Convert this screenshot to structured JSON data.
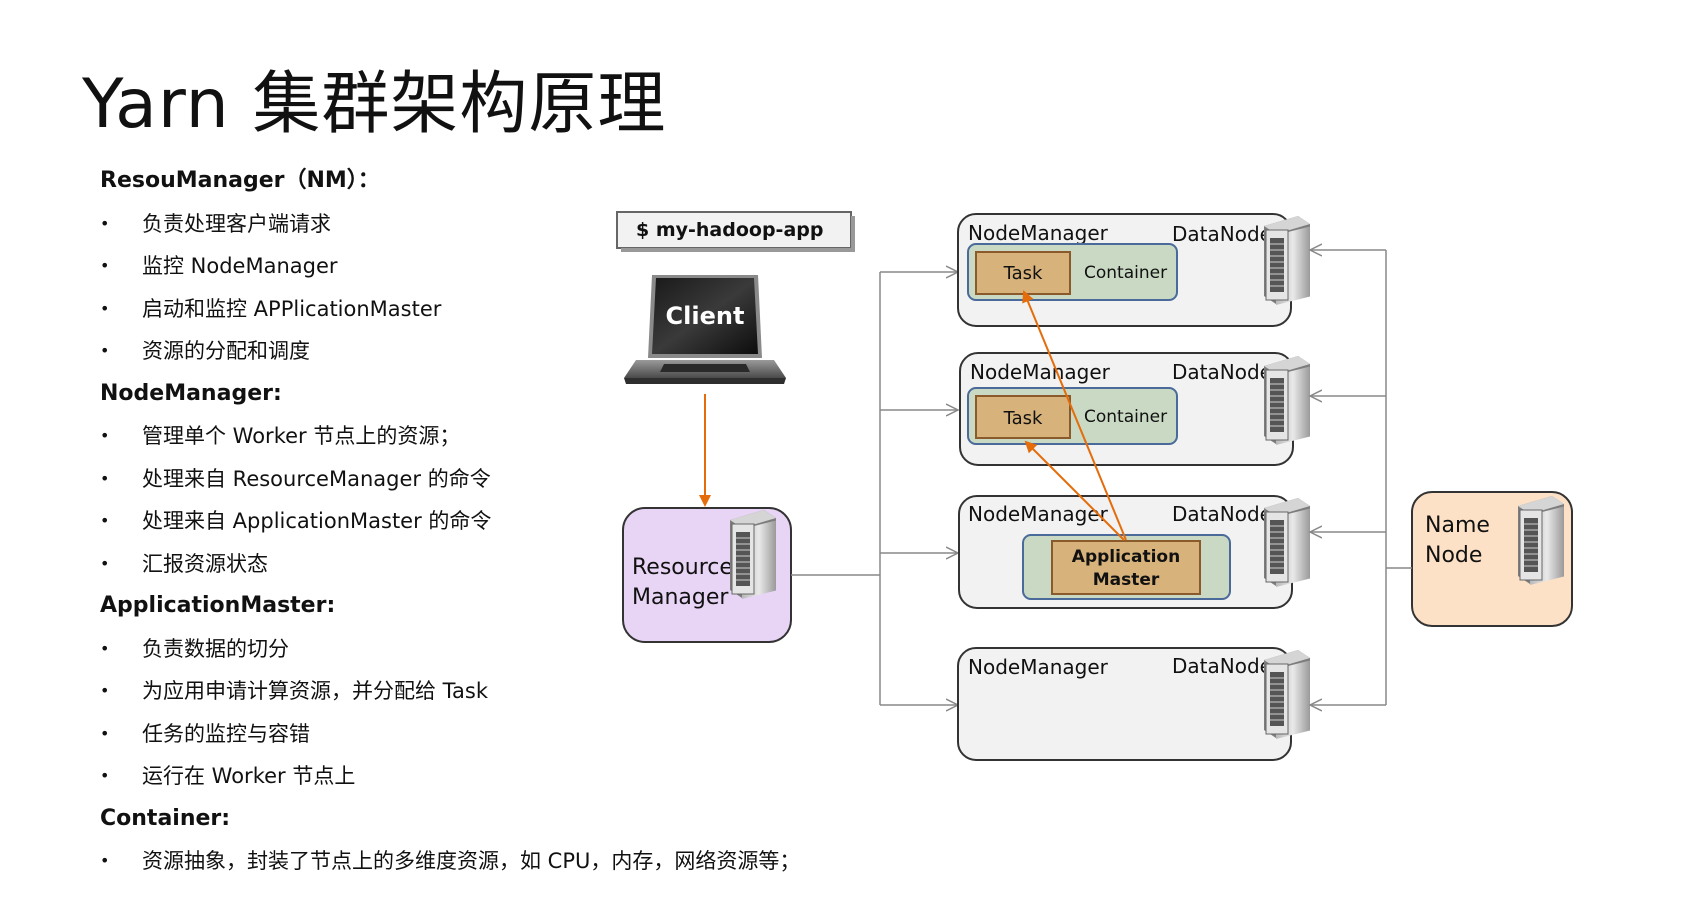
{
  "title": "Yarn 集群架构原理",
  "sections": [
    {
      "heading": "ResouManager（NM）：",
      "items": [
        "负责处理客户端请求",
        "监控 NodeManager",
        "启动和监控 APPlicationMaster",
        "资源的分配和调度"
      ]
    },
    {
      "heading": "NodeManager:",
      "items": [
        "管理单个 Worker 节点上的资源；",
        "处理来自 ResourceManager 的命令",
        "处理来自 ApplicationMaster 的命令",
        "汇报资源状态"
      ]
    },
    {
      "heading": "ApplicationMaster:",
      "items": [
        "负责数据的切分",
        "为应用申请计算资源，并分配给 Task",
        "任务的监控与容错",
        "运行在 Worker 节点上"
      ]
    },
    {
      "heading": "Container:",
      "items": [
        "资源抽象，封装了节点上的多维度资源，如 CPU，内存，网络资源等；"
      ]
    }
  ],
  "bullet_char": "•",
  "diagram": {
    "command": "$ my-hadoop-app",
    "client": "Client",
    "resource_manager": [
      "Resource",
      "Manager"
    ],
    "name_node": [
      "Name",
      "Node"
    ],
    "node_manager": "NodeManager",
    "data_node": "DataNode",
    "task": "Task",
    "container": "Container",
    "app_master": [
      "Application",
      "Master"
    ]
  },
  "colors": {
    "arrow_orange": "#e46c0a",
    "resource_manager_fill": "#e8d5f5",
    "name_node_fill": "#fde1c6",
    "container_fill": "#c9d9c4",
    "task_fill": "#d7b27a",
    "node_fill": "#f2f2f2"
  }
}
